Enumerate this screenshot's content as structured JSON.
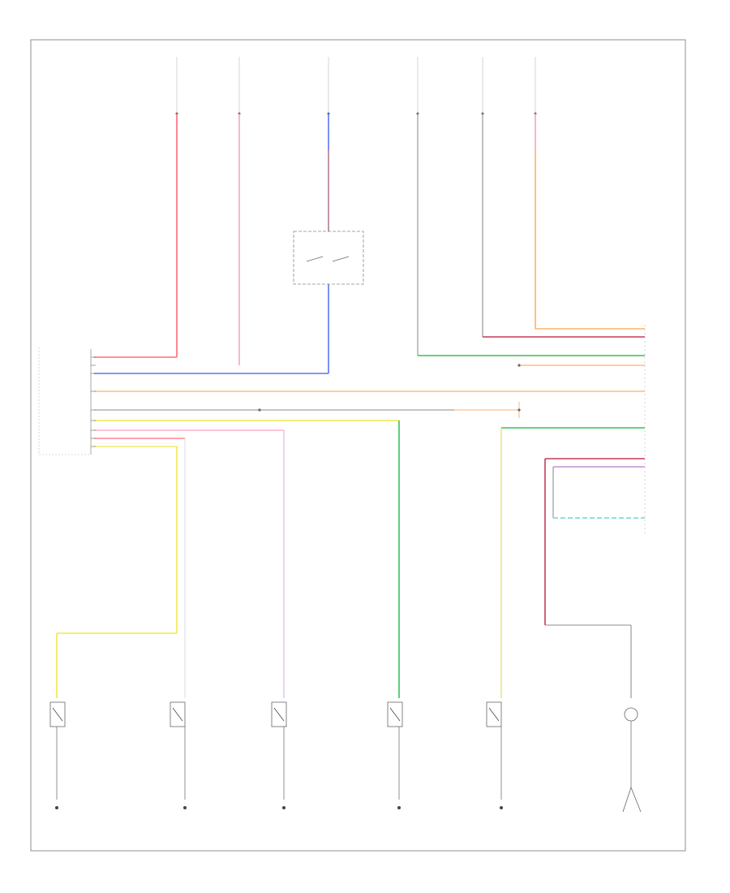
{
  "diagram": {
    "footer_code": "",
    "modules": {
      "cluster": "",
      "fuel_relay": "",
      "right_block": ""
    },
    "colors": {
      "red": "#ff6b7a",
      "pink": "#ff9fc0",
      "blue": "#5b75f2",
      "purple": "#9b7bd0",
      "green": "#33c455",
      "orange": "#ffb066",
      "yellow": "#f0e84a",
      "violet": "#c9a8e0",
      "dark_red": "#c43a5a",
      "teal": "#6fd6d0",
      "grey": "#9a9a9a",
      "border": "#8f8f8f"
    },
    "sensors": [
      {
        "id": "s1",
        "caption": ""
      },
      {
        "id": "s2",
        "caption": ""
      },
      {
        "id": "s3",
        "caption": ""
      },
      {
        "id": "s4",
        "caption": ""
      },
      {
        "id": "s5",
        "caption": ""
      },
      {
        "id": "s6",
        "caption": ""
      }
    ]
  }
}
